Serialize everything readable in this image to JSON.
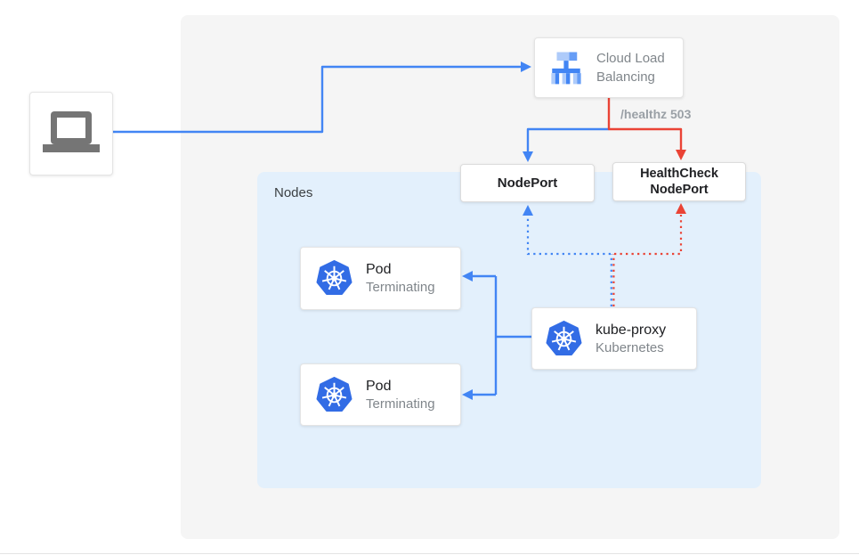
{
  "diagram": {
    "nodes_group_label": "Nodes",
    "healthz_label": "/healthz 503",
    "cloud_lb": {
      "line1": "Cloud Load",
      "line2": "Balancing"
    },
    "nodeport": {
      "label": "NodePort"
    },
    "healthcheck_nodeport": {
      "line1": "HealthCheck",
      "line2": "NodePort"
    },
    "kube_proxy": {
      "title": "kube-proxy",
      "subtitle": "Kubernetes"
    },
    "pods": [
      {
        "title": "Pod",
        "subtitle": "Terminating"
      },
      {
        "title": "Pod",
        "subtitle": "Terminating"
      }
    ]
  },
  "icons": {
    "client": "laptop-icon",
    "load_balancer": "cloud-load-balancing-icon",
    "kubernetes": "kubernetes-helm-icon"
  },
  "colors": {
    "flow_blue": "#4285F4",
    "flow_red": "#EA4335",
    "panel_bg": "#F5F5F5",
    "nodes_bg": "#E3F0FC",
    "kubernetes_blue": "#326CE5",
    "icon_gray": "#757575",
    "lb_icon_light": "#AECBFA",
    "lb_icon_mid": "#669DF6",
    "text_dark": "#202124",
    "text_gray": "#80868B",
    "healthz_gray": "#9AA0A6"
  }
}
